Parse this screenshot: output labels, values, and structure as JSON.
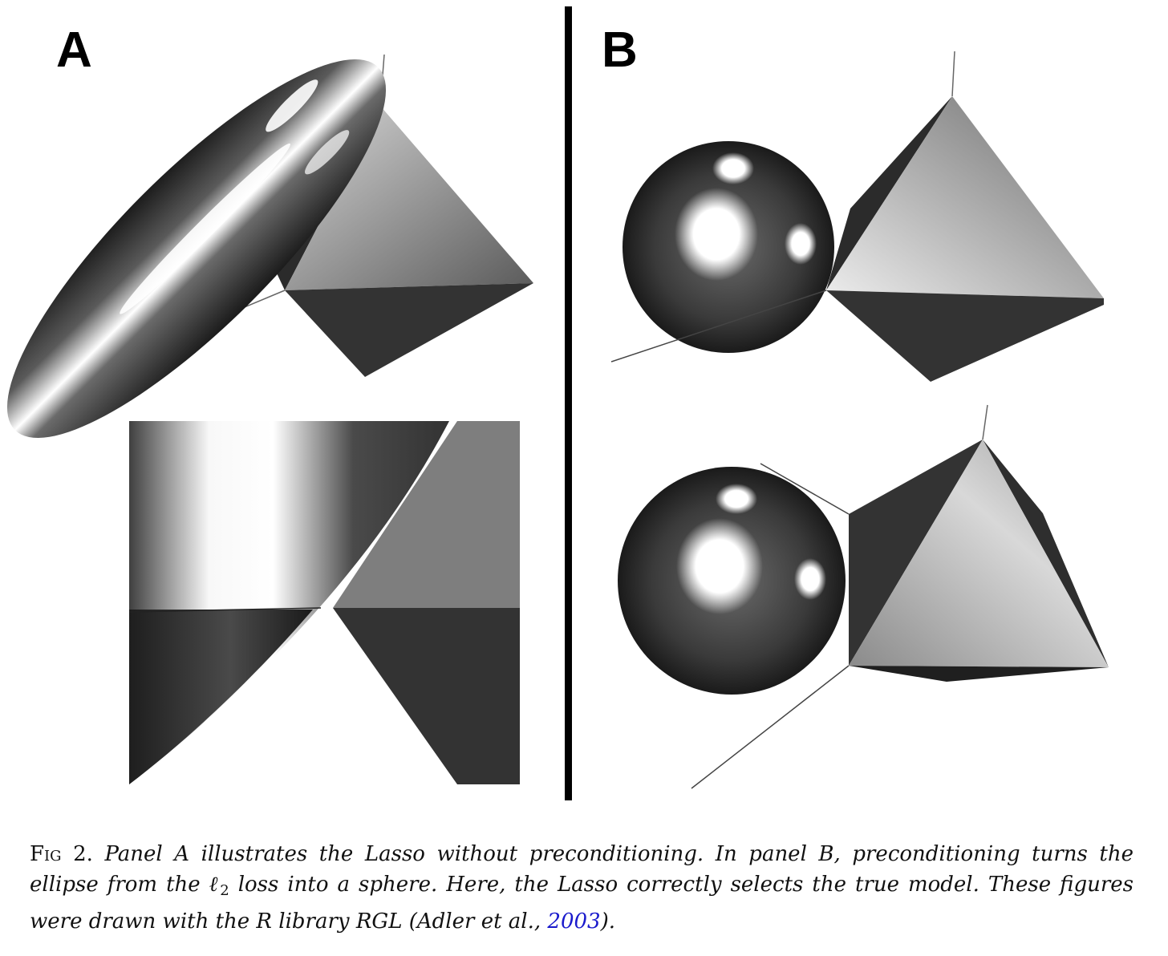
{
  "panels": {
    "a_label": "A",
    "b_label": "B"
  },
  "caption": {
    "fig_prefix": "Fig",
    "fig_number": " 2.",
    "text_1": " Panel A illustrates the Lasso without preconditioning. In panel B, preconditioning turns the ellipse from the ℓ",
    "subscript": "2",
    "text_2": " loss into a sphere. Here, the Lasso correctly selects the true model. These figures were drawn with the R library RGL (Adler et al., ",
    "cite_year": "2003",
    "text_3": ")."
  },
  "colors": {
    "dark_face": "#333333",
    "link": "#1a1acc",
    "divider": "#000000"
  }
}
